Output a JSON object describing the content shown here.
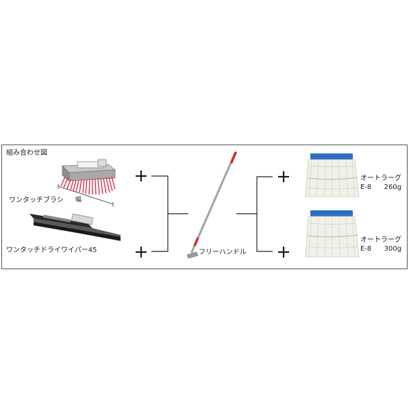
{
  "diagram": {
    "title": "組み合わせ図",
    "left_items": [
      {
        "label": "ワンタッチブラシ",
        "sublabel": "幅",
        "icon": "brush-icon"
      },
      {
        "label": "ワンタッチドライワイパー45",
        "icon": "squeegee-icon"
      }
    ],
    "center_item": {
      "label": "フリーハンドル",
      "icon": "handle-icon"
    },
    "right_items": [
      {
        "label": "オートラーグ",
        "model": "E-8",
        "weight": "260g",
        "icon": "mop-head-icon"
      },
      {
        "label": "オートラーグ",
        "model": "E-8",
        "weight": "300g",
        "icon": "mop-head-icon"
      }
    ],
    "plus_symbol": "+",
    "colors": {
      "brush_bristles": "#e0203a",
      "handle_stripe": "#d42a2a",
      "mop_band": "#2f6fc0",
      "line": "#222222"
    }
  }
}
